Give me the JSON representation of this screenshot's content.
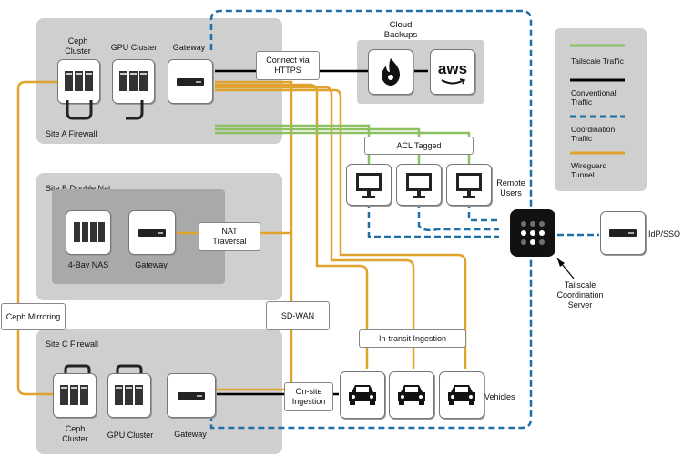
{
  "cloud_backups": {
    "title": "Cloud\nBackups",
    "logos": [
      "flame-logo",
      "aws-logo"
    ],
    "aws_text": "aws"
  },
  "site_a": {
    "name": "Site A Firewall",
    "ceph": "Ceph\nCluster",
    "gpu": "GPU Cluster",
    "gateway": "Gateway"
  },
  "site_b": {
    "name": "Site B Double Nat",
    "nas": "4-Bay NAS",
    "gateway": "Gateway"
  },
  "site_c": {
    "name": "Site C Firewall",
    "ceph": "Ceph\nCluster",
    "gpu": "GPU Cluster",
    "gateway": "Gateway"
  },
  "tags": {
    "connect_https": "Connect via\nHTTPS",
    "acl_tagged": "ACL Tagged",
    "nat_traversal": "NAT\nTraversal",
    "ceph_mirroring": "Ceph Mirroring",
    "sd_wan": "SD-WAN",
    "in_transit": "In-transit Ingestion",
    "on_site": "On-site\nIngestion"
  },
  "remote_users": "Remote\nUsers",
  "vehicles": "Vehicles",
  "idp": "IdP/SSO",
  "coordination_server": "Tailscale\nCoordination\nServer",
  "legend": [
    {
      "label": "Tailscale Traffic",
      "color": "#8dc063",
      "style": "solid"
    },
    {
      "label": "Conventional\nTraffic",
      "color": "#000000",
      "style": "solid"
    },
    {
      "label": "Coordination\nTraffic",
      "color": "#1f6fa8",
      "style": "dashed"
    },
    {
      "label": "Wireguard\nTunnel",
      "color": "#e0a32e",
      "style": "solid"
    }
  ]
}
